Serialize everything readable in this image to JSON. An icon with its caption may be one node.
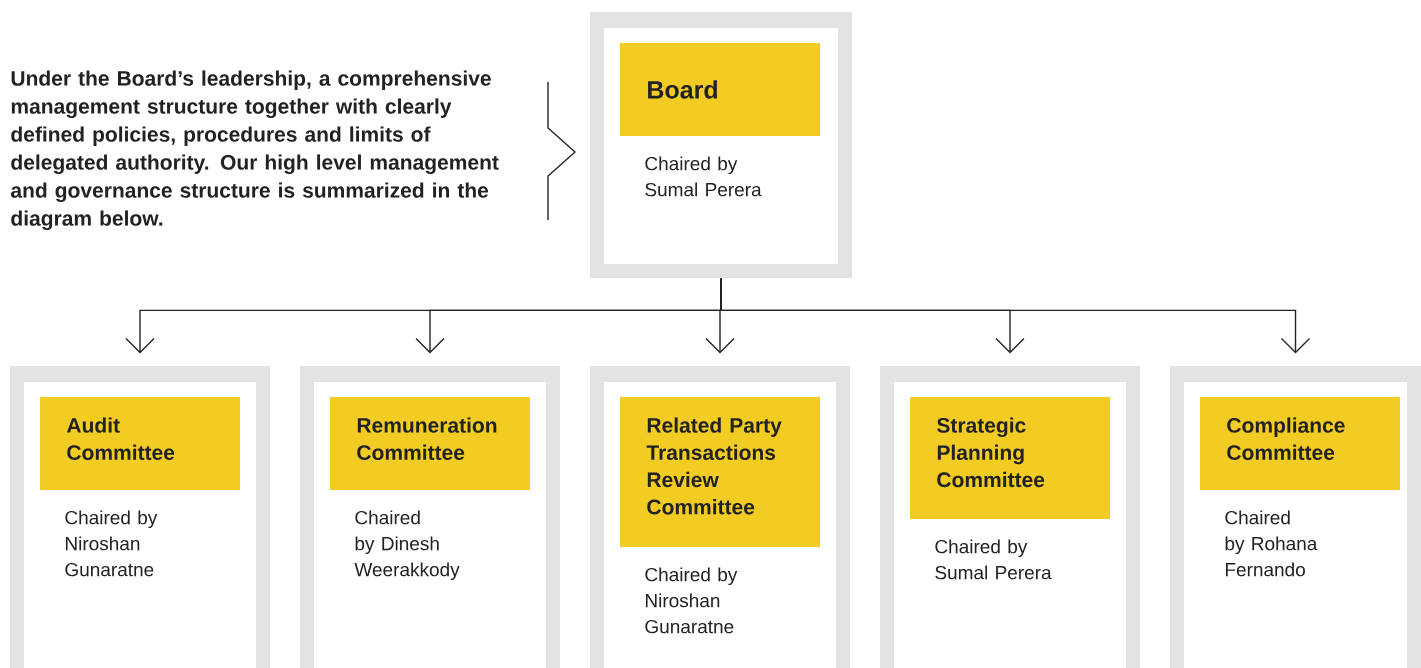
{
  "diagram": {
    "nodes": [
      {
        "text": [
          "Board",
          "Chaired by Sumal Perera"
        ]
      },
      {
        "text": [
          "Audit Committee",
          "Chaired by Niroshan Gunaratne"
        ]
      },
      {
        "text": [
          "Remuneration Committee",
          "Chaired by Dinesh Weerakkody"
        ]
      },
      {
        "text": [
          "Related Party Transactions Review Committee",
          "Chaired by Niroshan Gunaratne"
        ]
      },
      {
        "text": [
          "Strategic Planning Committee",
          "Chaired by Sumal Perera"
        ]
      },
      {
        "text": [
          "Compliance Committee",
          "Chaired by Rohana Fernando"
        ]
      }
    ],
    "edges": [
      {
        "from": 0,
        "to": 1,
        "arrow": "to"
      },
      {
        "from": 0,
        "to": 2,
        "arrow": "to"
      },
      {
        "from": 0,
        "to": 3,
        "arrow": "to"
      },
      {
        "from": 0,
        "to": 4,
        "arrow": "to"
      },
      {
        "from": 0,
        "to": 5,
        "arrow": "to"
      }
    ],
    "labels": [
      "Under the Board’s leadership, a comprehensive management structure together with clearly defined policies, procedures and limits of delegated authority. Our high level management and governance structure is summarized in the diagram below."
    ]
  }
}
